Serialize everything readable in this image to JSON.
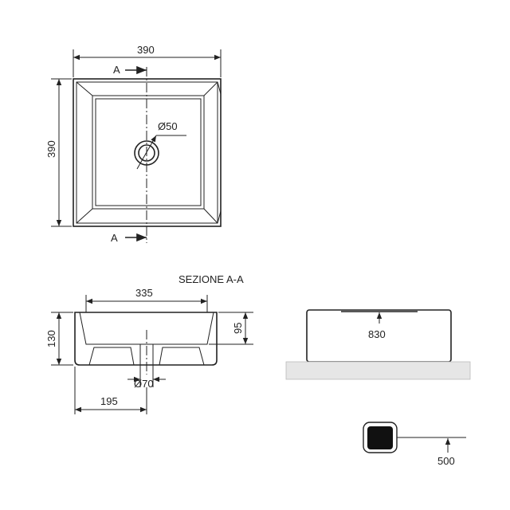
{
  "top_view": {
    "width_label": "390",
    "height_label": "390",
    "drain_label": "Ø50",
    "section_marker_top": "A",
    "section_marker_bottom": "A"
  },
  "section_view": {
    "title": "SEZIONE A-A",
    "inner_width_label": "335",
    "height_label": "130",
    "depth_label": "95",
    "drain_label": "Ø70",
    "offset_label": "195"
  },
  "side_view": {
    "height_label": "830"
  },
  "detail_view": {
    "height_label": "500"
  }
}
